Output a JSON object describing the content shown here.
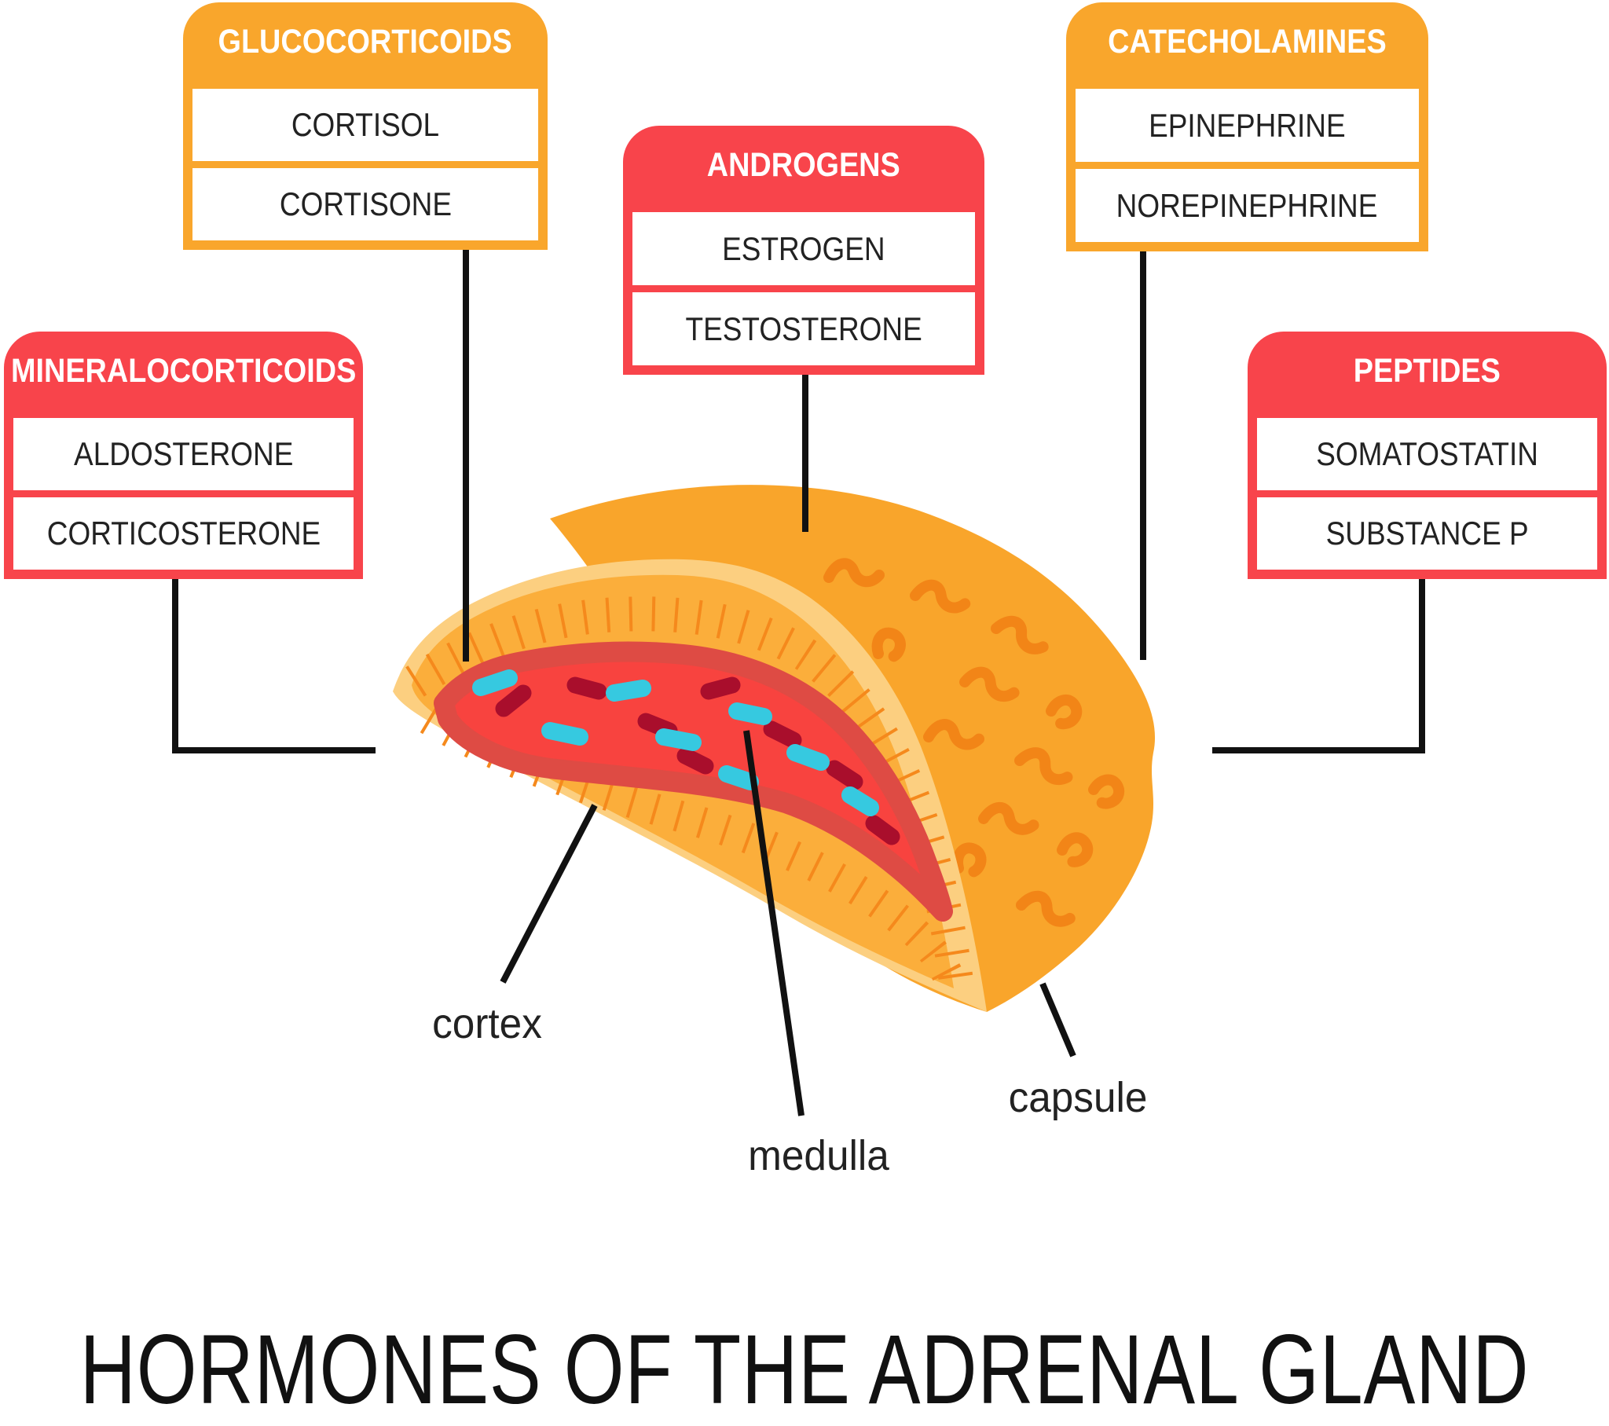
{
  "title": "HORMONES OF THE ADRENAL GLAND",
  "colors": {
    "orange_box": "#F9A62C",
    "red_box": "#F8444B",
    "capsule_cream": "#FCCF80",
    "cortex_orange": "#FBAE3B",
    "cortex_striation": "#F5891C",
    "gland_lobe": "#F9A52B",
    "lobe_squiggle": "#F28517",
    "medulla_ring": "#DE4B44",
    "medulla_red": "#F8433F",
    "medulla_spot_dark": "#A90E2C",
    "medulla_spot_cyan": "#36C9E0",
    "line_black": "#111111"
  },
  "boxes": [
    {
      "id": "glucocorticoids",
      "label": "GLUCOCORTICOIDS",
      "color": "orange",
      "items": [
        "CORTISOL",
        "CORTISONE"
      ]
    },
    {
      "id": "androgens",
      "label": "ANDROGENS",
      "color": "red",
      "items": [
        "ESTROGEN",
        "TESTOSTERONE"
      ]
    },
    {
      "id": "catecholamines",
      "label": "CATECHOLAMINES",
      "color": "orange",
      "items": [
        "EPINEPHRINE",
        "NOREPINEPHRINE"
      ]
    },
    {
      "id": "mineralocorticoids",
      "label": "MINERALOCORTICOIDS",
      "color": "red",
      "items": [
        "ALDOSTERONE",
        "CORTICOSTERONE"
      ]
    },
    {
      "id": "peptides",
      "label": "PEPTIDES",
      "color": "red",
      "items": [
        "SOMATOSTATIN",
        "SUBSTANCE P"
      ]
    }
  ],
  "gland_labels": {
    "cortex": "cortex",
    "medulla": "medulla",
    "capsule": "capsule"
  }
}
